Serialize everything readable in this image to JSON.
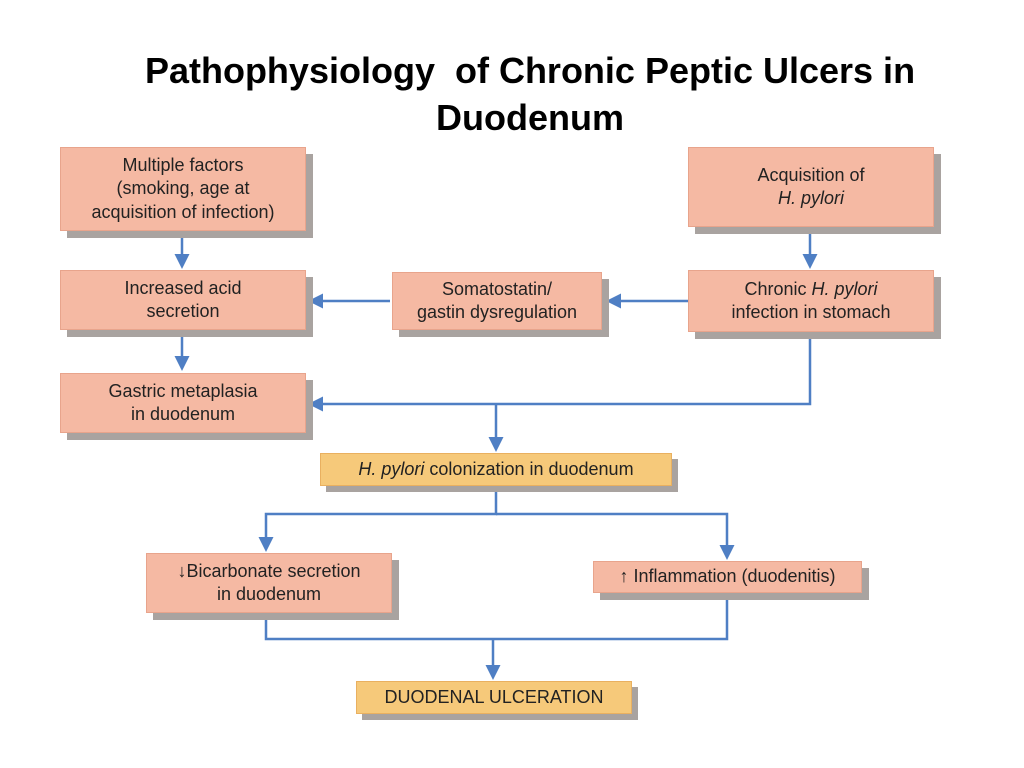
{
  "title": {
    "line1": "Pathophysiology  of Chronic Peptic Ulcers in",
    "line2": "Duodenum"
  },
  "nodes": {
    "multiple_factors": {
      "lines": [
        "Multiple factors",
        "(smoking, age at",
        "acquisition of infection)"
      ]
    },
    "acquisition": {
      "line1": "Acquisition of",
      "line2": "H. pylori"
    },
    "increased_acid": {
      "lines": [
        "Increased acid",
        "secretion"
      ]
    },
    "somatostatin": {
      "lines": [
        "Somatostatin/",
        "gastin dysregulation"
      ]
    },
    "chronic_infection": {
      "pre": "Chronic ",
      "italic": "H. pylori",
      "line2": "infection in stomach"
    },
    "metaplasia": {
      "lines": [
        "Gastric metaplasia",
        "in duodenum"
      ]
    },
    "colonization": {
      "italic": "H. pylori",
      "rest": " colonization in duodenum"
    },
    "bicarbonate": {
      "line1": "↓Bicarbonate secretion",
      "line2": "in duodenum"
    },
    "inflammation": {
      "text": "↑ Inflammation (duodenitis)"
    },
    "ulceration": {
      "text": "DUODENAL ULCERATION"
    }
  },
  "colors": {
    "box_fill": "#f5b9a3",
    "highlight_fill": "#f6c97a",
    "connector": "#4f7fc4",
    "shadow": "#a9a3a0"
  }
}
